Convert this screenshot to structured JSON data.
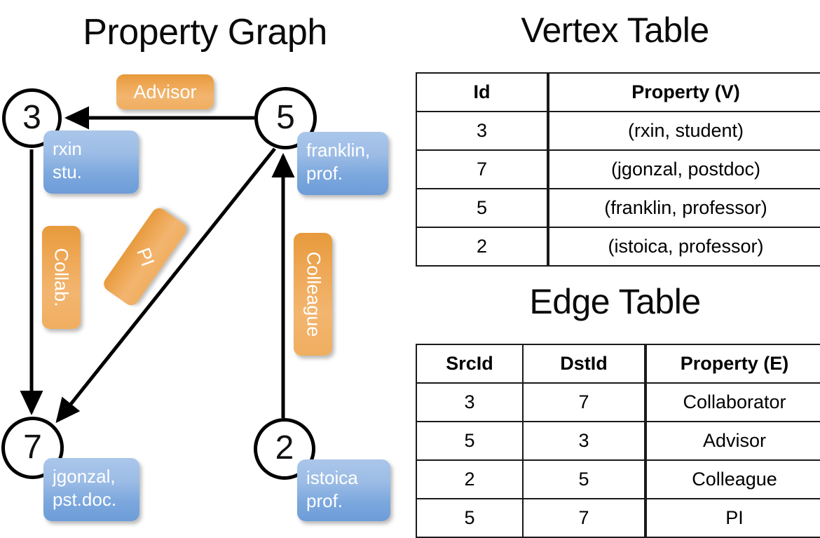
{
  "titles": {
    "property_graph": "Property Graph",
    "vertex_table": "Vertex Table",
    "edge_table": "Edge Table"
  },
  "graph": {
    "nodes": [
      {
        "id": "3",
        "label": "3",
        "property_lines": [
          "rxin",
          "stu."
        ]
      },
      {
        "id": "5",
        "label": "5",
        "property_lines": [
          "franklin,",
          "prof."
        ]
      },
      {
        "id": "7",
        "label": "7",
        "property_lines": [
          "jgonzal,",
          "pst.doc."
        ]
      },
      {
        "id": "2",
        "label": "2",
        "property_lines": [
          "istoica",
          "prof."
        ]
      }
    ],
    "edge_labels": [
      {
        "name": "advisor",
        "text": "Advisor"
      },
      {
        "name": "collab",
        "text": "Collab."
      },
      {
        "name": "pi",
        "text": "PI"
      },
      {
        "name": "colleague",
        "text": "Colleague"
      }
    ]
  },
  "vertex_table": {
    "headers": [
      "Id",
      "Property (V)"
    ],
    "rows": [
      [
        "3",
        "(rxin, student)"
      ],
      [
        "7",
        "(jgonzal, postdoc)"
      ],
      [
        "5",
        "(franklin, professor)"
      ],
      [
        "2",
        "(istoica, professor)"
      ]
    ]
  },
  "edge_table": {
    "headers": [
      "SrcId",
      "DstId",
      "Property (E)"
    ],
    "rows": [
      [
        "3",
        "7",
        "Collaborator"
      ],
      [
        "5",
        "3",
        "Advisor"
      ],
      [
        "2",
        "5",
        "Colleague"
      ],
      [
        "5",
        "7",
        "PI"
      ]
    ]
  },
  "colors": {
    "vertex_property_cell": "#d5dff1",
    "edge_property_cell": "#f7ddc2",
    "node_property_box": "#7ba7dd",
    "edge_label_box": "#eea755",
    "border": "#1a1a1a",
    "background": "#ffffff"
  }
}
